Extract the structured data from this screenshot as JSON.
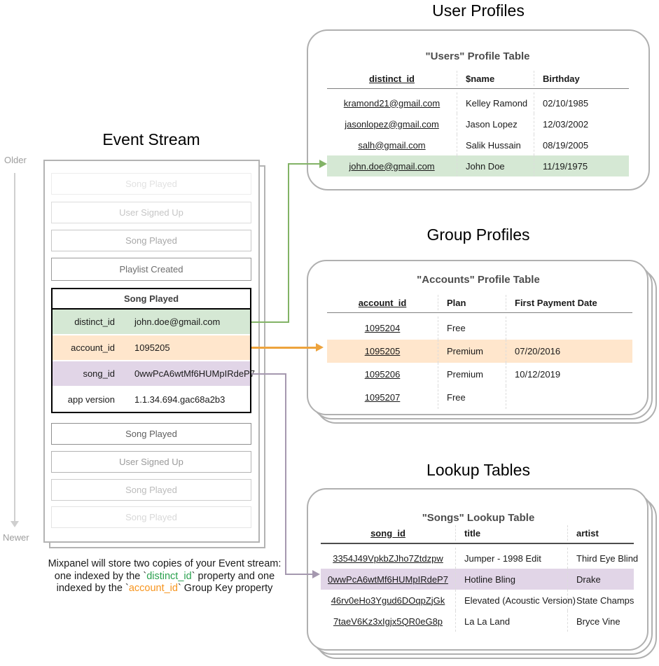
{
  "titles": {
    "event_stream": "Event Stream",
    "user_profiles": "User Profiles",
    "group_profiles": "Group Profiles",
    "lookup_tables": "Lookup Tables"
  },
  "timeline": {
    "older": "Older",
    "newer": "Newer"
  },
  "event_stream": {
    "events_before": [
      "Song Played",
      "User Signed Up",
      "Song Played",
      "Playlist Created"
    ],
    "focused_event": {
      "title": "Song Played",
      "properties": [
        {
          "key": "distinct_id",
          "value": "john.doe@gmail.com"
        },
        {
          "key": "account_id",
          "value": "1095205"
        },
        {
          "key": "song_id",
          "value": "0wwPcA6wtMf6HUMpIRdeP7"
        },
        {
          "key": "app version",
          "value": "1.1.34.694.gac68a2b3"
        }
      ]
    },
    "events_after": [
      "Song Played",
      "User Signed Up",
      "Song Played",
      "Song Played"
    ]
  },
  "users_table": {
    "title": "\"Users\" Profile Table",
    "columns": [
      "distinct_id",
      "$name",
      "Birthday"
    ],
    "rows": [
      [
        "kramond21@gmail.com",
        "Kelley Ramond",
        "02/10/1985"
      ],
      [
        "jasonlopez@gmail.com",
        "Jason Lopez",
        "12/03/2002"
      ],
      [
        "salh@gmail.com",
        "Salik Hussain",
        "08/19/2005"
      ],
      [
        "john.doe@gmail.com",
        "John Doe",
        "11/19/1975"
      ]
    ]
  },
  "accounts_table": {
    "title": "\"Accounts\" Profile Table",
    "columns": [
      "account_id",
      "Plan",
      "First Payment Date"
    ],
    "rows": [
      [
        "1095204",
        "Free",
        ""
      ],
      [
        "1095205",
        "Premium",
        "07/20/2016"
      ],
      [
        "1095206",
        "Premium",
        "10/12/2019"
      ],
      [
        "1095207",
        "Free",
        ""
      ]
    ]
  },
  "songs_table": {
    "title": "\"Songs\" Lookup Table",
    "columns": [
      "song_id",
      "title",
      "artist"
    ],
    "rows": [
      [
        "3354J49VpkbZJho7Ztdzpw",
        "Jumper - 1998 Edit",
        "Third Eye Blind"
      ],
      [
        "0wwPcA6wtMf6HUMpIRdeP7",
        "Hotline Bling",
        "Drake"
      ],
      [
        "46rv0eHo3Ygud6DOqpZjGk",
        "Elevated (Acoustic Version)",
        "State Champs"
      ],
      [
        "7taeV6Kz3xIgjx5QR0eG8p",
        "La La Land",
        "Bryce Vine"
      ]
    ]
  },
  "caption": {
    "line1": "Mixpanel will store two copies of your Event stream:",
    "line2_pre": "one indexed by the `",
    "line2_code": "distinct_id",
    "line2_post": "` property and one",
    "line3_pre": "indexed by the `",
    "line3_code": "account_id",
    "line3_post": "` Group Key property"
  },
  "colors": {
    "green-fill": "#d5e8d4",
    "green-stroke": "#82b366",
    "orange-fill": "#ffe6cc",
    "orange-stroke": "#eda33d",
    "purple-fill": "#e1d5e7",
    "purple-stroke": "#a598af",
    "caption-green": "#2aa14e",
    "caption-orange": "#f7941d",
    "card-border": "#b0b0b0"
  }
}
